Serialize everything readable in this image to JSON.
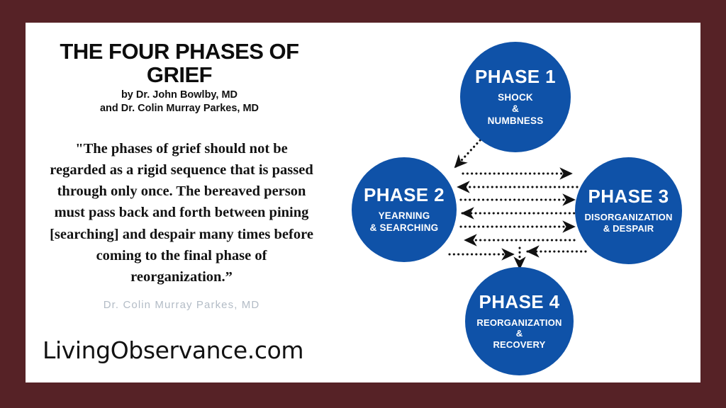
{
  "frame": {
    "border_color": "#562226",
    "canvas_color": "#ffffff"
  },
  "left": {
    "title": "THE FOUR PHASES OF GRIEF",
    "byline": "by Dr. John Bowlby, MD\nand Dr. Colin Murray Parkes, MD",
    "quote": "\"The phases of grief should not be regarded as a rigid sequence that is passed through only once. The bereaved person must pass back and forth between pining [searching] and despair many times before coming to the final phase of reorganization.”",
    "quote_attribution": "Dr. Colin Murray Parkes, MD",
    "website": "LivingObservance.com"
  },
  "diagram": {
    "circle_color": "#0f52a8",
    "text_color": "#ffffff",
    "arrow_color": "#111111",
    "arrow_style": "dotted",
    "phases": [
      {
        "id": "phase-1",
        "heading": "PHASE 1",
        "subtitle": "SHOCK\n&\nNUMBNESS"
      },
      {
        "id": "phase-2",
        "heading": "PHASE 2",
        "subtitle": "YEARNING\n& SEARCHING"
      },
      {
        "id": "phase-3",
        "heading": "PHASE 3",
        "subtitle": "DISORGANIZATION\n& DESPAIR"
      },
      {
        "id": "phase-4",
        "heading": "PHASE 4",
        "subtitle": "REORGANIZATION\n&\nRECOVERY"
      }
    ],
    "connections": [
      {
        "from": "phase-1",
        "to": "phase-2",
        "direction": "down-left",
        "kind": "dotted-arrow"
      },
      {
        "from": "phase-2",
        "to": "phase-3",
        "direction": "right",
        "kind": "dotted-arrow"
      },
      {
        "from": "phase-3",
        "to": "phase-2",
        "direction": "left",
        "kind": "dotted-arrow"
      },
      {
        "from": "phase-2",
        "to": "phase-3",
        "direction": "right",
        "kind": "dotted-arrow"
      },
      {
        "from": "phase-3",
        "to": "phase-2",
        "direction": "left",
        "kind": "dotted-arrow"
      },
      {
        "from": "phase-2",
        "to": "phase-3",
        "direction": "right",
        "kind": "dotted-arrow"
      },
      {
        "from": "phase-3",
        "to": "phase-2",
        "direction": "left",
        "kind": "dotted-arrow"
      },
      {
        "from": "phase-2",
        "to": "center",
        "direction": "right",
        "kind": "dotted-arrow"
      },
      {
        "from": "phase-3",
        "to": "center",
        "direction": "left",
        "kind": "dotted-arrow"
      },
      {
        "from": "center",
        "to": "phase-4",
        "direction": "down",
        "kind": "dotted-arrow"
      }
    ]
  }
}
